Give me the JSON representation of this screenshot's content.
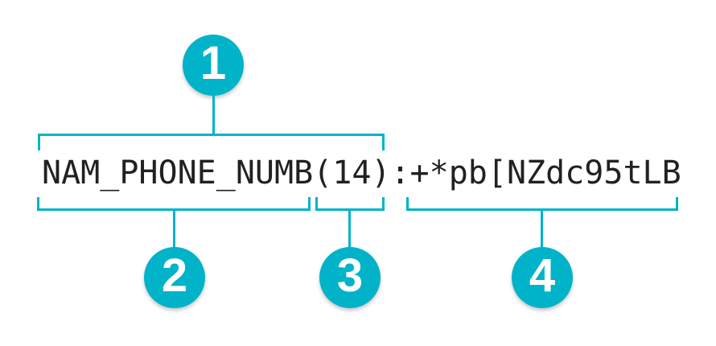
{
  "code": {
    "full": "NAM_PHONE_NUMB(14):+*pb[NZdc95tLB"
  },
  "callouts": [
    {
      "label": "1",
      "covers": "NAM_PHONE_NUMB(14)"
    },
    {
      "label": "2",
      "covers": "NAM_PHONE_NUMB"
    },
    {
      "label": "3",
      "covers": "(14)"
    },
    {
      "label": "4",
      "covers": "+*pb[NZdc95tLB"
    }
  ],
  "colors": {
    "accent": "#00b3c9",
    "code_text": "#212121",
    "badge_number": "#ffffff",
    "background": "#ffffff"
  }
}
